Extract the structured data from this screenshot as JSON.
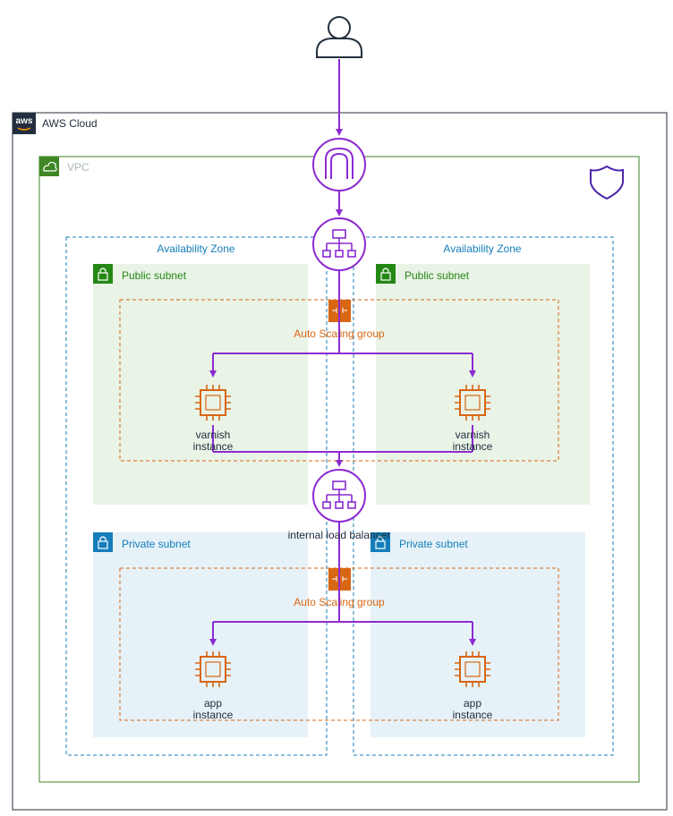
{
  "cloud": {
    "label": "AWS Cloud",
    "logo_text": "aws"
  },
  "vpc": {
    "label": "VPC"
  },
  "availability_zones": [
    {
      "label": "Availability Zone"
    },
    {
      "label": "Availability Zone"
    }
  ],
  "public_subnets": [
    {
      "label": "Public subnet"
    },
    {
      "label": "Public subnet"
    }
  ],
  "private_subnets": [
    {
      "label": "Private subnet"
    },
    {
      "label": "Private subnet"
    }
  ],
  "auto_scaling_groups": [
    {
      "label": "Auto Scaling group"
    },
    {
      "label": "Auto Scaling group"
    }
  ],
  "internal_load_balancer": {
    "label": "internal load balancer"
  },
  "varnish_instances": [
    {
      "line1": "varnish",
      "line2": "instance"
    },
    {
      "line1": "varnish",
      "line2": "instance"
    }
  ],
  "app_instances": [
    {
      "line1": "app",
      "line2": "instance"
    },
    {
      "line1": "app",
      "line2": "instance"
    }
  ],
  "icons": {
    "user": "user-icon",
    "gateway": "internet-gateway-icon",
    "load_balancer": "load-balancer-icon",
    "instance": "ec2-instance-icon",
    "shield": "shield-icon",
    "lock": "lock-icon",
    "auto_scaling": "auto-scaling-icon"
  },
  "colors": {
    "connector": "#8c2bd1",
    "vpc_border": "#3f8624",
    "public_subnet_fill": "#e9f3e6",
    "public_subnet_text": "#248814",
    "private_subnet_fill": "#e6f2f8",
    "private_subnet_text": "#147eba",
    "az_border": "#147eba",
    "asg": "#d86613",
    "instance": "#d86613"
  }
}
